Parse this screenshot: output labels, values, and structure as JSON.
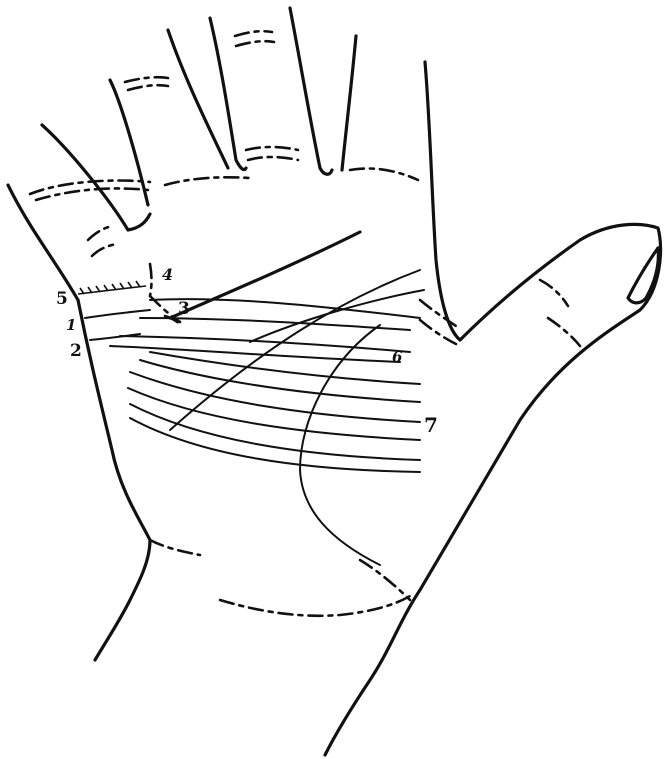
{
  "labels": {
    "n1": "1",
    "n2": "2",
    "n3": "3",
    "n4": "4",
    "n5": "5",
    "n6": "6",
    "n7": "7"
  },
  "ink_color": "#111111",
  "background_color": "#ffffff"
}
